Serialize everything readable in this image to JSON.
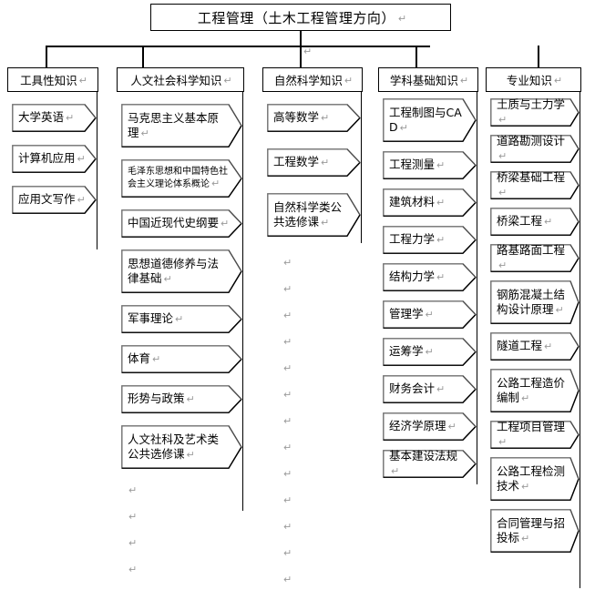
{
  "title": {
    "text": "工程管理（土木工程管理方向）",
    "pilcrow": "↵"
  },
  "pilcrow_glyph": "↵",
  "colors": {
    "line": "#000000",
    "box_border": "#000000",
    "bevel_light": "#9a9a9a",
    "background": "#ffffff",
    "pilcrow": "#9a9a9a"
  },
  "columns": [
    {
      "header": "工具性知识",
      "items": [
        {
          "label": "大学英语"
        },
        {
          "label": "计算机应用"
        },
        {
          "label": "应用文写作"
        }
      ]
    },
    {
      "header": "人文社会科学知识",
      "items": [
        {
          "label": "马克思主义基本原理"
        },
        {
          "label": "毛泽东思想和中国特色社会主义理论体系概论",
          "small": true
        },
        {
          "label": "中国近现代史纲要"
        },
        {
          "label": "思想道德修养与法律基础"
        },
        {
          "label": "军事理论"
        },
        {
          "label": "体育"
        },
        {
          "label": "形势与政策"
        },
        {
          "label": "人文社科及艺术类公共选修课"
        }
      ]
    },
    {
      "header": "自然科学知识",
      "items": [
        {
          "label": "高等数学"
        },
        {
          "label": "工程数学"
        },
        {
          "label": "自然科学类公共选修课"
        }
      ]
    },
    {
      "header": "学科基础知识",
      "items": [
        {
          "label": "工程制图与CAD"
        },
        {
          "label": "工程测量"
        },
        {
          "label": "建筑材料"
        },
        {
          "label": "工程力学"
        },
        {
          "label": "结构力学"
        },
        {
          "label": "管理学"
        },
        {
          "label": "运筹学"
        },
        {
          "label": "财务会计"
        },
        {
          "label": "经济学原理"
        },
        {
          "label": "基本建设法规"
        }
      ]
    },
    {
      "header": "专业知识",
      "items": [
        {
          "label": "土质与土力学"
        },
        {
          "label": "道路勘测设计"
        },
        {
          "label": "桥梁基础工程"
        },
        {
          "label": "桥梁工程"
        },
        {
          "label": "路基路面工程"
        },
        {
          "label": "钢筋混凝土结构设计原理"
        },
        {
          "label": "隧道工程"
        },
        {
          "label": "公路工程造价编制"
        },
        {
          "label": "工程项目管理"
        },
        {
          "label": "公路工程检测技术"
        },
        {
          "label": "合同管理与招投标"
        }
      ]
    }
  ]
}
